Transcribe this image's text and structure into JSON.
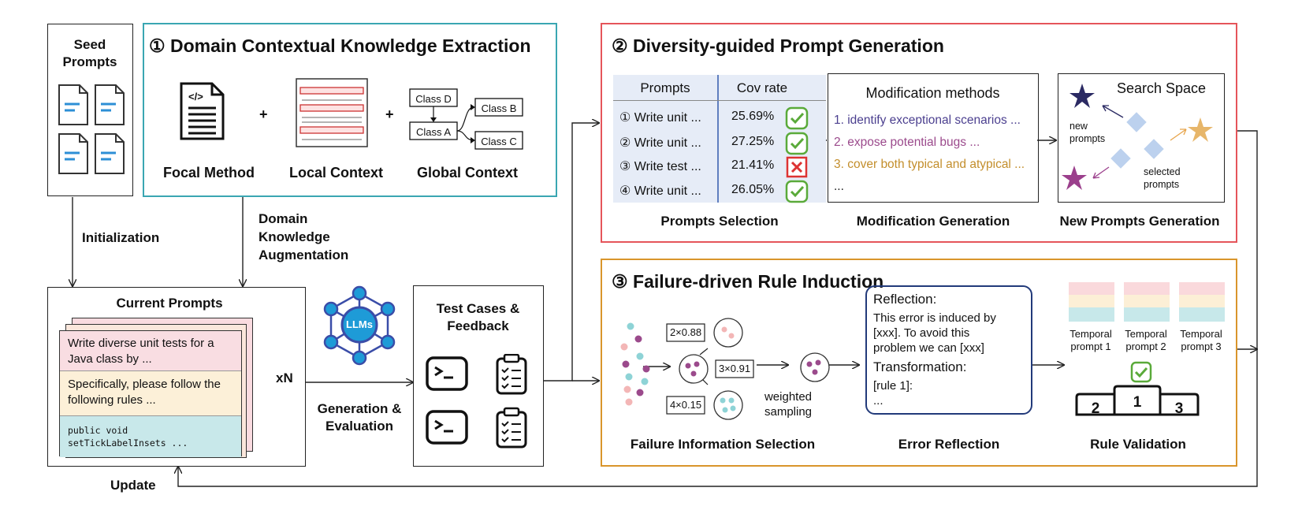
{
  "seed": {
    "title_line1": "Seed",
    "title_line2": "Prompts"
  },
  "arrows": {
    "initialization": "Initialization",
    "domain_aug": [
      "Domain",
      "Knowledge",
      "Augmentation"
    ],
    "generation": [
      "Generation &",
      "Evaluation"
    ],
    "xn": "xN",
    "update": "Update"
  },
  "panel1": {
    "number": "①",
    "title": "Domain Contextual Knowledge Extraction",
    "focal": "Focal Method",
    "local": "Local Context",
    "global": "Global Context",
    "plus": "+",
    "code_tag": "</>",
    "classes": {
      "d": "Class D",
      "a": "Class A",
      "b": "Class B",
      "c": "Class C"
    }
  },
  "current": {
    "title": "Current Prompts",
    "text1": "Write diverse unit tests for a Java class by  ...",
    "text2": "Specifically, please follow the following rules   ...",
    "code": [
      "public void",
      "setTickLabelInsets ..."
    ]
  },
  "llm": {
    "label": "LLMs"
  },
  "tests": {
    "title_line1": "Test Cases &",
    "title_line2": "Feedback"
  },
  "panel2": {
    "number": "②",
    "title": "Diversity-guided Prompt Generation",
    "table": {
      "headers": [
        "Prompts",
        "Cov rate"
      ],
      "rows": [
        {
          "prompt": "① Write unit ...",
          "rate": "25.69%",
          "status": "check"
        },
        {
          "prompt": "② Write unit ...",
          "rate": "27.25%",
          "status": "check"
        },
        {
          "prompt": "③ Write test ...",
          "rate": "21.41%",
          "status": "cross"
        },
        {
          "prompt": "④ Write unit ...",
          "rate": "26.05%",
          "status": "check"
        }
      ]
    },
    "selection_label": "Prompts Selection",
    "modification": {
      "title": "Modification methods",
      "items": [
        "1. identify exceptional scenarios ...",
        "2. expose potential bugs ...",
        "3. cover both typical and atypical ...",
        "..."
      ],
      "colors": [
        "#4b3f8f",
        "#9b4a8c",
        "#c38e2c",
        "#222222"
      ]
    },
    "modification_label": "Modification Generation",
    "search": {
      "title": "Search Space",
      "new": [
        "new",
        "prompts"
      ],
      "selected": [
        "selected",
        "prompts"
      ]
    },
    "new_prompts_label": "New Prompts Generation"
  },
  "panel3": {
    "number": "③",
    "title": "Failure-driven Rule Induction",
    "weights": [
      "2×0.88",
      "3×0.91",
      "4×0.15"
    ],
    "weighted": [
      "weighted",
      "sampling"
    ],
    "failure_label": "Failure Information Selection",
    "reflection": {
      "heading": "Reflection:",
      "body": [
        "This error is induced by",
        "[xxx]. To avoid this",
        "problem we can [xxx]"
      ],
      "trans_heading": "Transformation:",
      "trans_body": [
        "[rule 1]:",
        "..."
      ]
    },
    "error_label": "Error Reflection",
    "temporal": [
      [
        "Temporal",
        "prompt 1"
      ],
      [
        "Temporal",
        "prompt 2"
      ],
      [
        "Temporal",
        "prompt 3"
      ]
    ],
    "podium": [
      "2",
      "1",
      "3"
    ],
    "rule_label": "Rule Validation"
  },
  "colors": {
    "panel1": "#3aa6b2",
    "panel2": "#e5555a",
    "panel3": "#d9952b",
    "accent_blue": "#2d8fd6",
    "check": "#5aaa3a",
    "cross": "#d33"
  }
}
